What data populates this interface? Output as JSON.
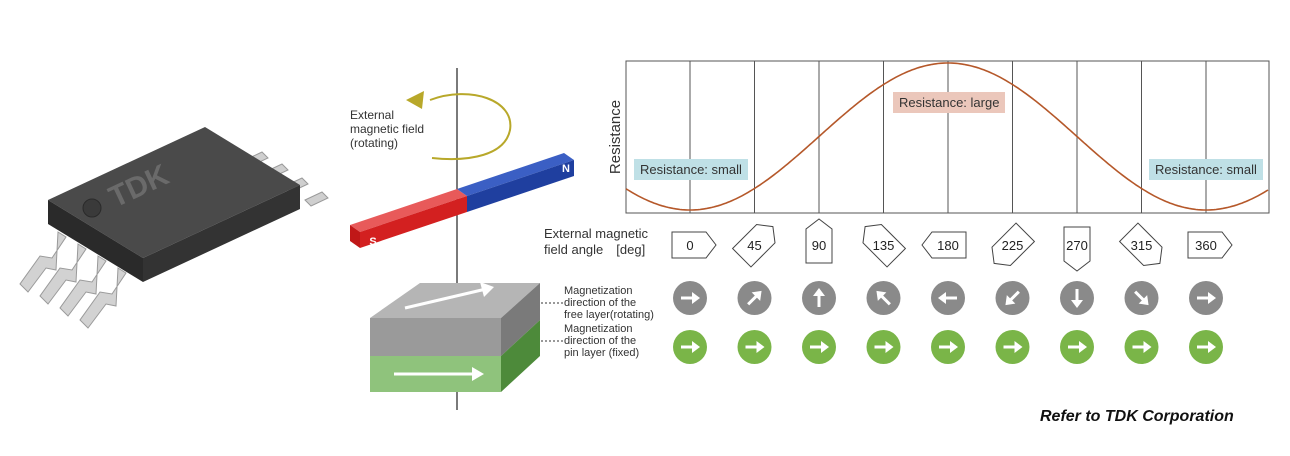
{
  "chip": {
    "brand": "TDK"
  },
  "magnet": {
    "north_label": "N",
    "south_label": "S"
  },
  "field_label": [
    "External",
    "magnetic field",
    "(rotating)"
  ],
  "layers": {
    "free_label": [
      "Magnetization",
      "direction of the",
      "free layer(rotating)"
    ],
    "pin_label": [
      "Magnetization",
      "direction of the",
      "pin layer (fixed)"
    ]
  },
  "chart": {
    "ylabel": "Resistance",
    "badge_small_left": "Resistance: small",
    "badge_large": "Resistance: large",
    "badge_small_right": "Resistance: small",
    "angle_label": [
      "External magnetic",
      "field angle　[deg]"
    ]
  },
  "chart_data": {
    "type": "line",
    "x": [
      0,
      45,
      90,
      135,
      180,
      225,
      270,
      315,
      360
    ],
    "y_relation": "resistance proportional to (1 - cos(angle))",
    "ylabel": "Resistance",
    "grid": true,
    "annotations": [
      "Resistance: small",
      "Resistance: large",
      "Resistance: small"
    ]
  },
  "angles": [
    {
      "value": "0",
      "free_dir": 0,
      "pin_dir": 0
    },
    {
      "value": "45",
      "free_dir": 45,
      "pin_dir": 0
    },
    {
      "value": "90",
      "free_dir": 90,
      "pin_dir": 0
    },
    {
      "value": "135",
      "free_dir": 135,
      "pin_dir": 0
    },
    {
      "value": "180",
      "free_dir": 180,
      "pin_dir": 0
    },
    {
      "value": "225",
      "free_dir": 225,
      "pin_dir": 0
    },
    {
      "value": "270",
      "free_dir": 270,
      "pin_dir": 0
    },
    {
      "value": "315",
      "free_dir": 315,
      "pin_dir": 0
    },
    {
      "value": "360",
      "free_dir": 360,
      "pin_dir": 0
    }
  ],
  "colors": {
    "chip_body": "#3a3a3a",
    "pins": "#c8c8c8",
    "magnet_north": "#1f3f9f",
    "magnet_south": "#d32020",
    "field_arrow": "#b8a82a",
    "free_layer": "#9a9a9a",
    "pin_layer": "#7fb36a",
    "curve": "#b5582a",
    "badge_small_bg": "#bfe0e6",
    "badge_large_bg": "#ebc7bb",
    "grey_circle": "#8a8a8a",
    "green_circle": "#7ab548"
  },
  "credit": "Refer to TDK Corporation"
}
